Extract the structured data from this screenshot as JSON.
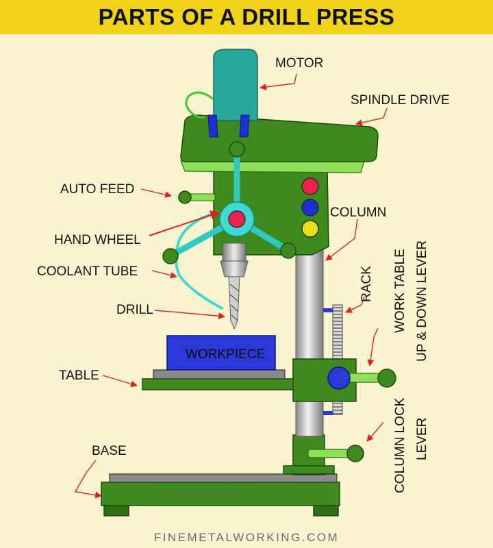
{
  "title": "PARTS OF A DRILL PRESS",
  "labels": {
    "motor": "MOTOR",
    "spindle_drive": "SPINDLE DRIVE",
    "auto_feed": "AUTO FEED",
    "column": "COLUMN",
    "hand_wheel": "HAND WHEEL",
    "coolant_tube": "COOLANT TUBE",
    "drill": "DRILL",
    "rack": "RACK",
    "work_table_lever_line1": "WORK TABLE",
    "work_table_lever_line2": "UP & DOWN LEVER",
    "workpiece": "WORKPIECE",
    "table": "TABLE",
    "column_lock_line1": "COLUMN LOCK",
    "column_lock_line2": "LEVER",
    "base": "BASE"
  },
  "watermark": "©FineMetalworking.com",
  "footer": "FINEMETALWORKING.COM",
  "colors": {
    "title_bar": "#f0d21a",
    "background": "#faf3cf",
    "machine_green": "#3f8a1f",
    "light_green": "#8ee05a",
    "motor_teal": "#27a89a",
    "arrow_red": "#e02020",
    "workpiece_blue": "#2b39d9",
    "coolant_cyan": "#3fd9d0"
  }
}
